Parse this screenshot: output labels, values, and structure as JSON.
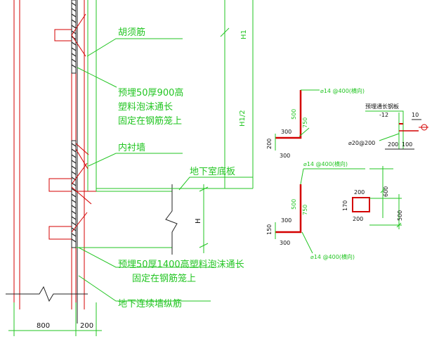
{
  "colors": {
    "wall": "#d40000",
    "leader": "#22c522",
    "dimension": "#22c522",
    "foam": "#222222",
    "text": "#111111"
  },
  "labels": {
    "huxujin": "胡须筋",
    "embed_900_line1": "预埋50厚900高",
    "embed_900_line2": "塑料泡沫通长",
    "embed_900_line3": "固定在钢筋笼上",
    "inner_wall": "内衬墙",
    "basement_floor": "地下室底板",
    "embed_1400_line1": "预埋50厚1400高塑料泡沫通长",
    "embed_1400_line2": "固定在钢筋笼上",
    "long_bar": "地下连续墙纵筋"
  },
  "dimensions": {
    "h1": "H1",
    "h1_half": "H1/2",
    "h": "H",
    "width_800": "800",
    "width_200": "200"
  },
  "detail_a": {
    "bar_note": "⌀14 @400(横向)",
    "d500": "500",
    "d750": "750",
    "d300_top": "300",
    "d200": "200",
    "d300_bot": "300"
  },
  "detail_b": {
    "plate_note": "预埋通长钢板",
    "plate_size": "-12",
    "d10": "10",
    "anchor_note": "⌀20@200",
    "d200": "200",
    "d100": "100"
  },
  "detail_c": {
    "bar_note": "⌀14 @400(横向)",
    "d500": "500",
    "d750": "750",
    "d300_top": "300",
    "d150": "150",
    "d300_bot": "300"
  },
  "detail_d": {
    "bar_note": "⌀14 @400(横向)",
    "d600": "600",
    "d170": "170",
    "d200_top": "200",
    "d200_bot": "200",
    "d500": "500"
  }
}
